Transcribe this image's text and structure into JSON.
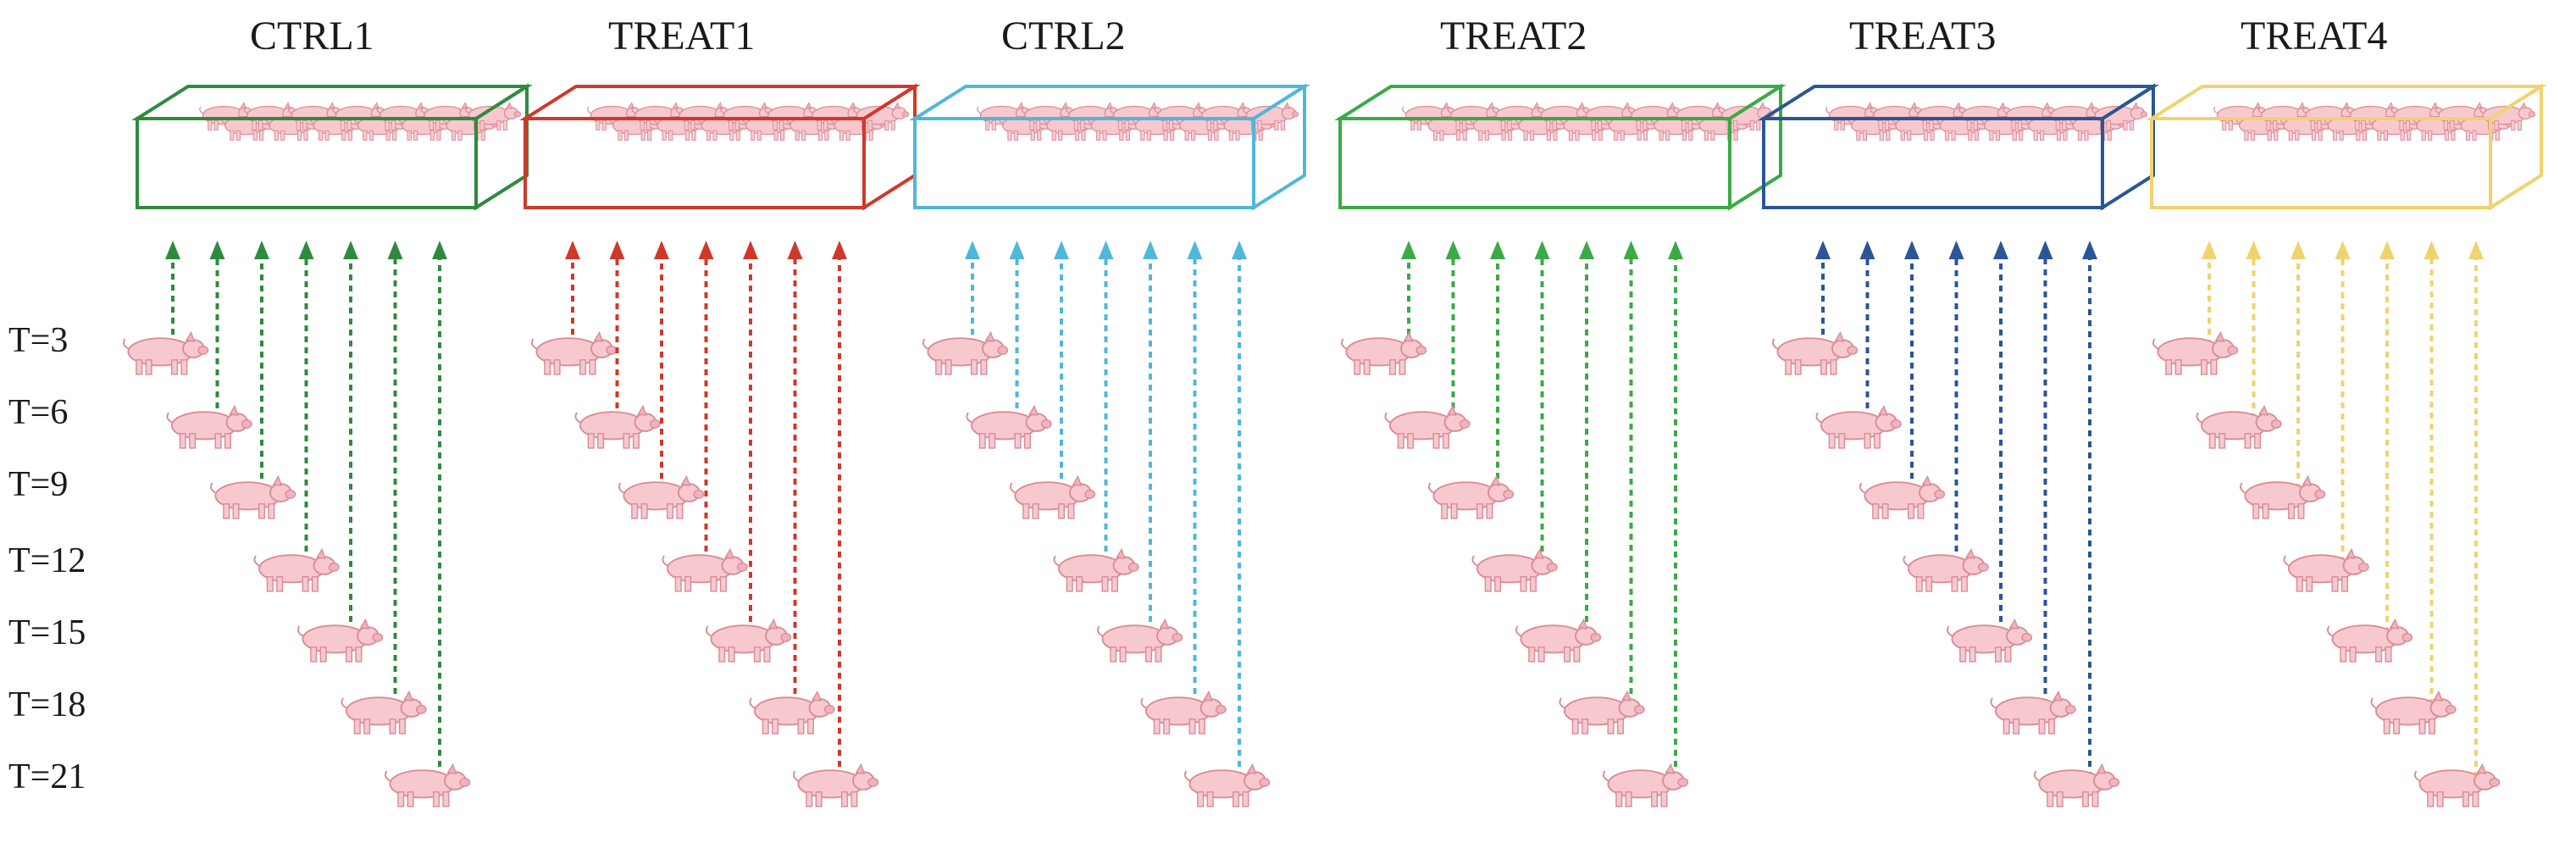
{
  "groups": [
    {
      "name": "CTRL1",
      "color": "#2e8b3e"
    },
    {
      "name": "TREAT1",
      "color": "#d0382b"
    },
    {
      "name": "CTRL2",
      "color": "#4fb8d8"
    },
    {
      "name": "TREAT2",
      "color": "#3aaa46"
    },
    {
      "name": "TREAT3",
      "color": "#2a5696"
    },
    {
      "name": "TREAT4",
      "color": "#f0d36e"
    }
  ],
  "timepoints": [
    "T=3",
    "T=6",
    "T=9",
    "T=12",
    "T=15",
    "T=18",
    "T=21"
  ],
  "icons": {
    "pen_herd": "pig-herd-icon",
    "sample": "pig-icon",
    "arrow": "dashed-arrow-up"
  },
  "pig_colors": {
    "body": "#f7c9cf",
    "outline": "#d98c97"
  }
}
